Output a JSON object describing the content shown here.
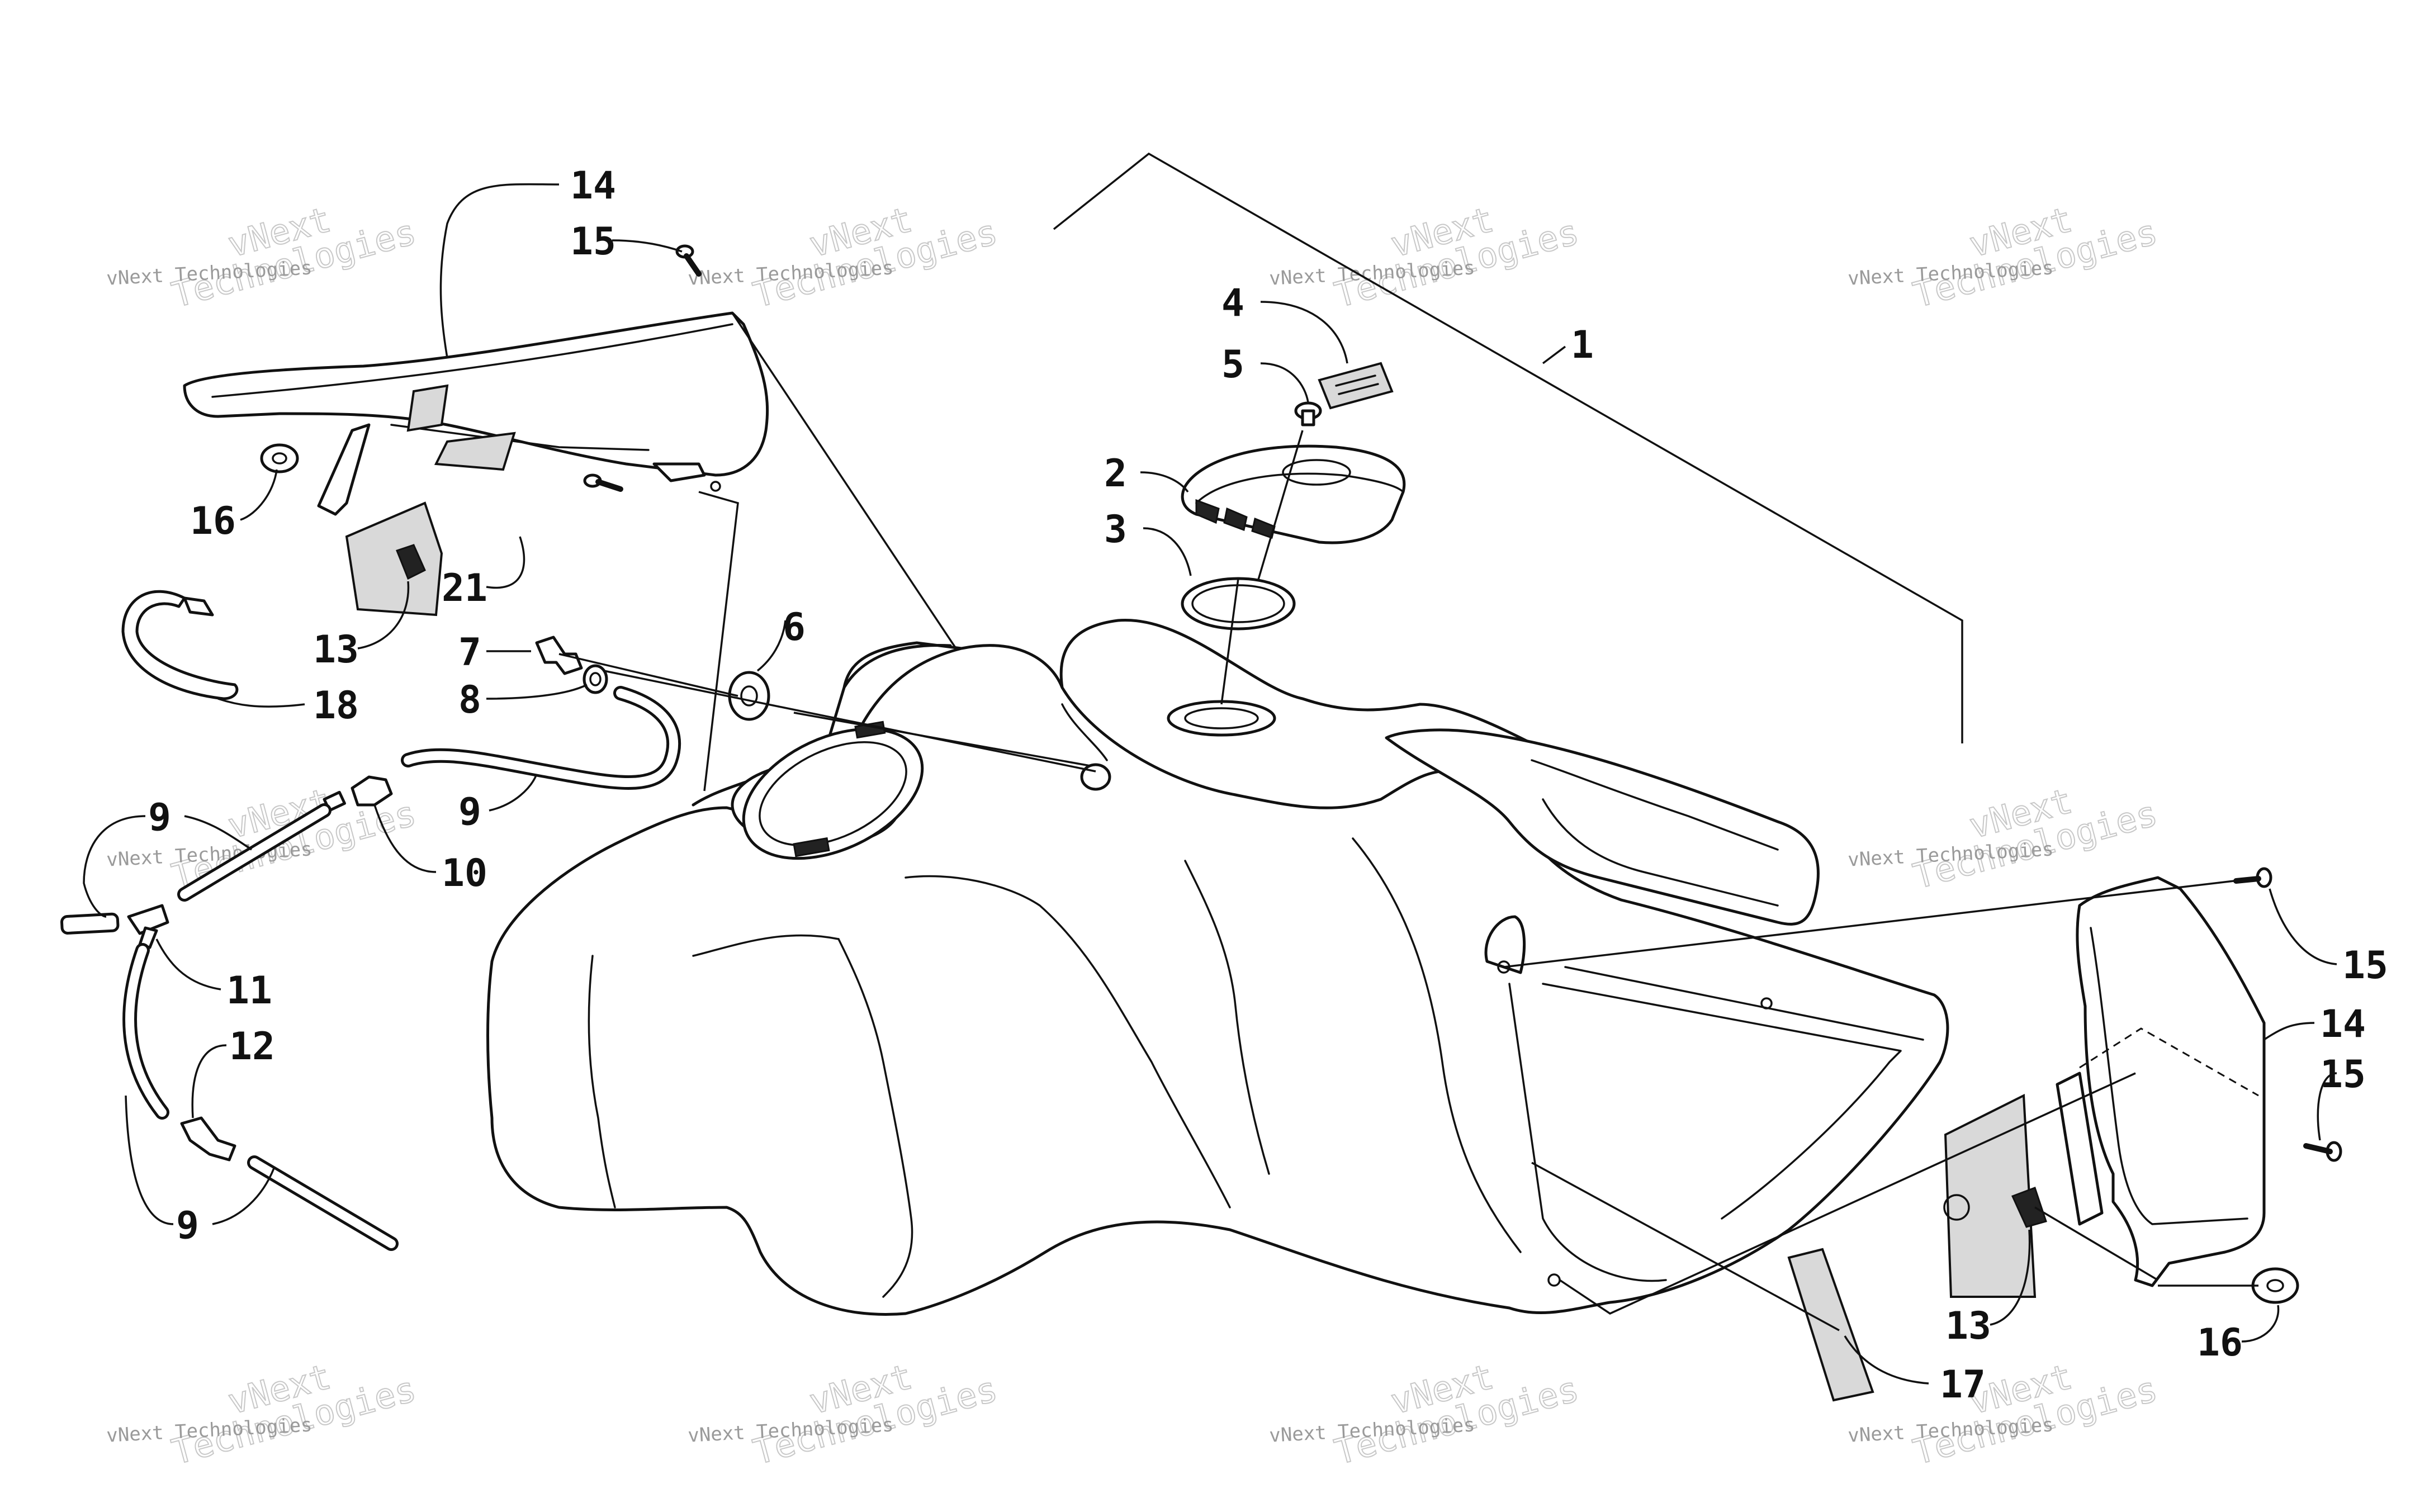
{
  "callouts": [
    {
      "id": "c1",
      "label": "1"
    },
    {
      "id": "c2",
      "label": "2"
    },
    {
      "id": "c3",
      "label": "3"
    },
    {
      "id": "c4",
      "label": "4"
    },
    {
      "id": "c5",
      "label": "5"
    },
    {
      "id": "c6",
      "label": "6"
    },
    {
      "id": "c7",
      "label": "7"
    },
    {
      "id": "c8",
      "label": "8"
    },
    {
      "id": "c9a",
      "label": "9"
    },
    {
      "id": "c9b",
      "label": "9"
    },
    {
      "id": "c9c",
      "label": "9"
    },
    {
      "id": "c10",
      "label": "10"
    },
    {
      "id": "c11",
      "label": "11"
    },
    {
      "id": "c12",
      "label": "12"
    },
    {
      "id": "c13a",
      "label": "13"
    },
    {
      "id": "c13b",
      "label": "13"
    },
    {
      "id": "c14a",
      "label": "14"
    },
    {
      "id": "c14b",
      "label": "14"
    },
    {
      "id": "c15a",
      "label": "15"
    },
    {
      "id": "c15b",
      "label": "15"
    },
    {
      "id": "c15c",
      "label": "15"
    },
    {
      "id": "c16a",
      "label": "16"
    },
    {
      "id": "c16b",
      "label": "16"
    },
    {
      "id": "c17",
      "label": "17"
    },
    {
      "id": "c18",
      "label": "18"
    },
    {
      "id": "c21",
      "label": "21"
    }
  ],
  "watermark": {
    "small": "vNext Technologies",
    "big_line1": "vNext",
    "big_line2": "Technologies"
  }
}
